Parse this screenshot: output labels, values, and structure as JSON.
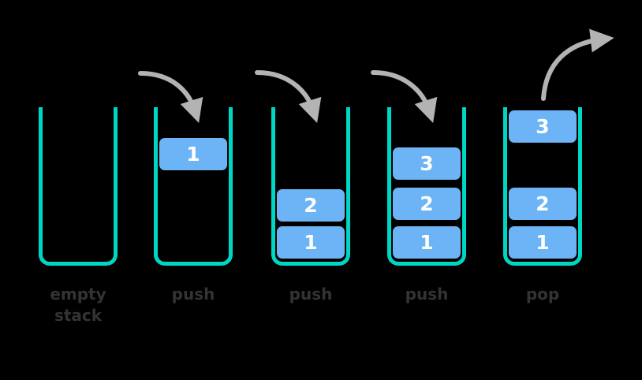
{
  "diagram": {
    "title": "Stack push and pop operations",
    "background_color": "#000000",
    "colors": {
      "tube_border": "#00d6c4",
      "block_fill": "#6cb4f5",
      "block_text": "#ffffff",
      "arrow": "#b3b3b3",
      "caption_text": "#333333"
    },
    "columns": [
      {
        "id": "empty-stack",
        "caption_lines": [
          "empty",
          "stack"
        ],
        "caption": "empty stack",
        "blocks": [],
        "arrow": "none"
      },
      {
        "id": "push-1",
        "caption_lines": [
          "push"
        ],
        "caption": "push",
        "blocks": [
          {
            "value": "1",
            "position": "top"
          }
        ],
        "arrow": "push-in"
      },
      {
        "id": "push-2",
        "caption_lines": [
          "push"
        ],
        "caption": "push",
        "blocks": [
          {
            "value": "2",
            "position": "middle"
          },
          {
            "value": "1",
            "position": "bottom"
          }
        ],
        "arrow": "push-in"
      },
      {
        "id": "push-3",
        "caption_lines": [
          "push"
        ],
        "caption": "push",
        "blocks": [
          {
            "value": "3",
            "position": "top"
          },
          {
            "value": "2",
            "position": "middle"
          },
          {
            "value": "1",
            "position": "bottom"
          }
        ],
        "arrow": "push-in"
      },
      {
        "id": "pop",
        "caption_lines": [
          "pop"
        ],
        "caption": "pop",
        "blocks": [
          {
            "value": "3",
            "position": "lifted"
          },
          {
            "value": "2",
            "position": "middle"
          },
          {
            "value": "1",
            "position": "bottom"
          }
        ],
        "arrow": "pop-out"
      }
    ]
  }
}
